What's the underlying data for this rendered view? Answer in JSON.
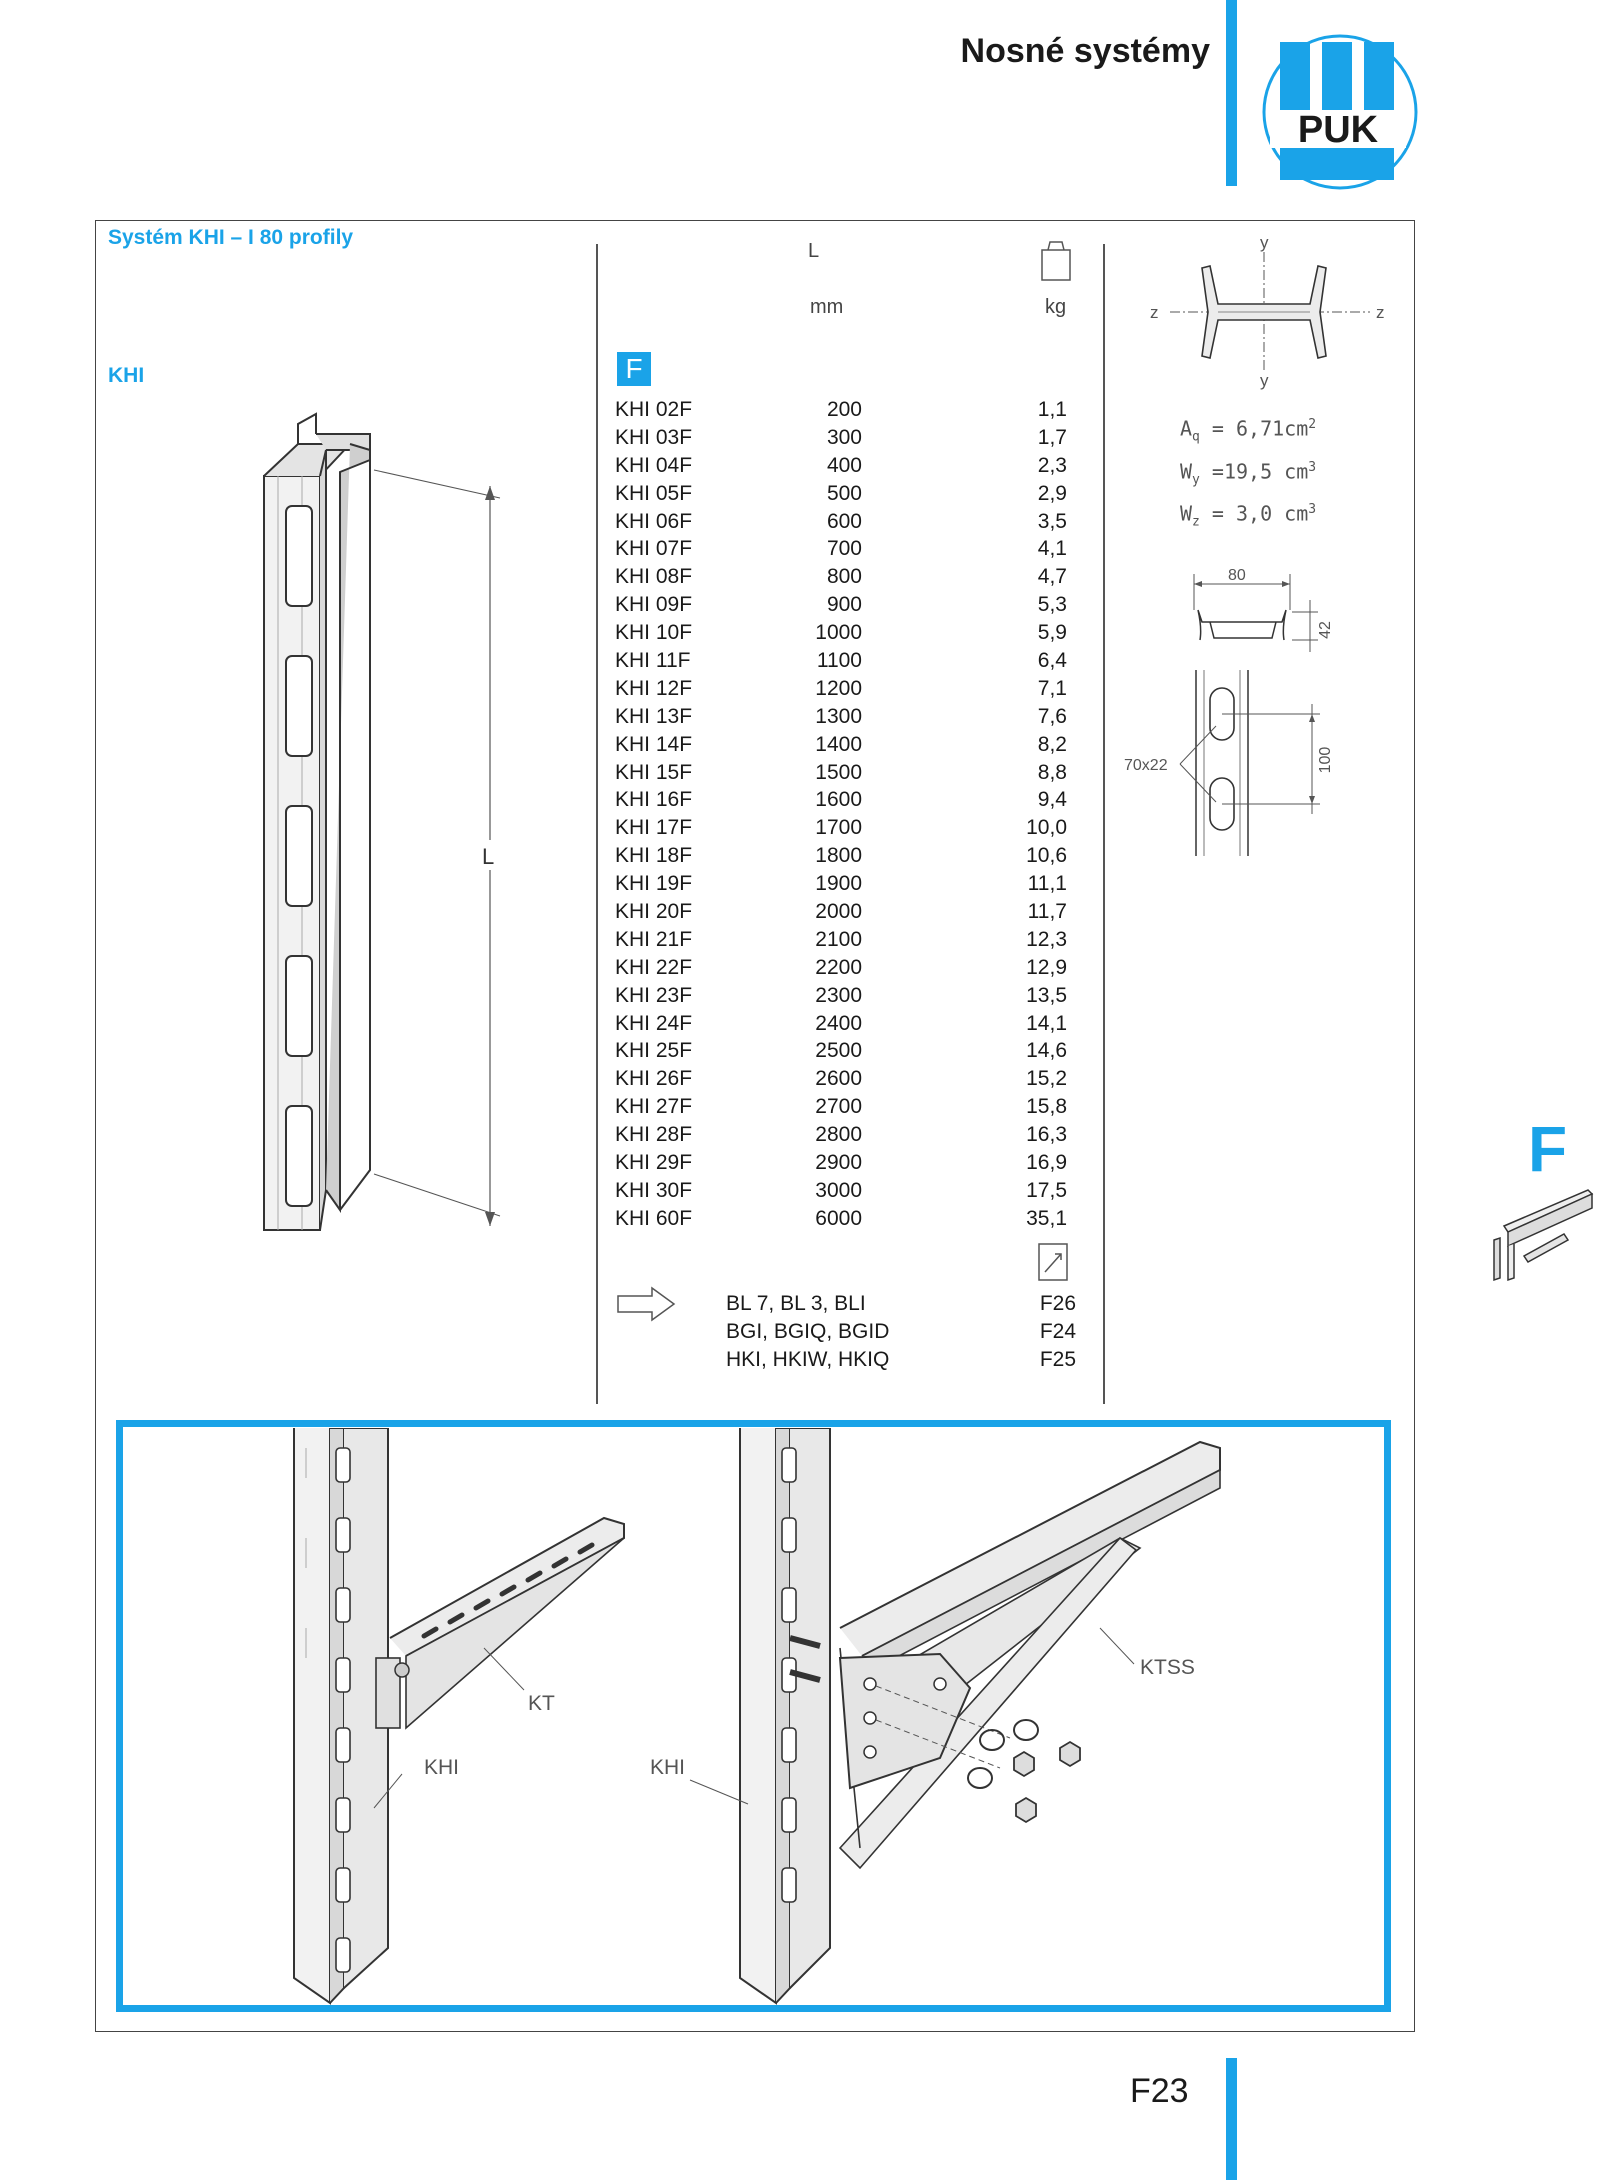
{
  "header": {
    "title": "Nosné systémy",
    "logo_text": "PUK",
    "accent_color": "#1aa3e8"
  },
  "section": {
    "title": "Systém KHI – I 80 profily",
    "product_label": "KHI",
    "group_badge": "F"
  },
  "table": {
    "col_length_symbol": "L",
    "col_length_unit": "mm",
    "col_weight_unit": "kg",
    "weight_icon": "weight-icon",
    "rows": [
      {
        "code": "KHI 02F",
        "length": "200",
        "weight": "1,1"
      },
      {
        "code": "KHI 03F",
        "length": "300",
        "weight": "1,7"
      },
      {
        "code": "KHI 04F",
        "length": "400",
        "weight": "2,3"
      },
      {
        "code": "KHI 05F",
        "length": "500",
        "weight": "2,9"
      },
      {
        "code": "KHI 06F",
        "length": "600",
        "weight": "3,5"
      },
      {
        "code": "KHI 07F",
        "length": "700",
        "weight": "4,1"
      },
      {
        "code": "KHI 08F",
        "length": "800",
        "weight": "4,7"
      },
      {
        "code": "KHI 09F",
        "length": "900",
        "weight": "5,3"
      },
      {
        "code": "KHI 10F",
        "length": "1000",
        "weight": "5,9"
      },
      {
        "code": "KHI 11F",
        "length": "1100",
        "weight": "6,4"
      },
      {
        "code": "KHI 12F",
        "length": "1200",
        "weight": "7,1"
      },
      {
        "code": "KHI 13F",
        "length": "1300",
        "weight": "7,6"
      },
      {
        "code": "KHI 14F",
        "length": "1400",
        "weight": "8,2"
      },
      {
        "code": "KHI 15F",
        "length": "1500",
        "weight": "8,8"
      },
      {
        "code": "KHI 16F",
        "length": "1600",
        "weight": "9,4"
      },
      {
        "code": "KHI 17F",
        "length": "1700",
        "weight": "10,0"
      },
      {
        "code": "KHI 18F",
        "length": "1800",
        "weight": "10,6"
      },
      {
        "code": "KHI 19F",
        "length": "1900",
        "weight": "11,1"
      },
      {
        "code": "KHI 20F",
        "length": "2000",
        "weight": "11,7"
      },
      {
        "code": "KHI 21F",
        "length": "2100",
        "weight": "12,3"
      },
      {
        "code": "KHI 22F",
        "length": "2200",
        "weight": "12,9"
      },
      {
        "code": "KHI 23F",
        "length": "2300",
        "weight": "13,5"
      },
      {
        "code": "KHI 24F",
        "length": "2400",
        "weight": "14,1"
      },
      {
        "code": "KHI 25F",
        "length": "2500",
        "weight": "14,6"
      },
      {
        "code": "KHI 26F",
        "length": "2600",
        "weight": "15,2"
      },
      {
        "code": "KHI 27F",
        "length": "2700",
        "weight": "15,8"
      },
      {
        "code": "KHI 28F",
        "length": "2800",
        "weight": "16,3"
      },
      {
        "code": "KHI 29F",
        "length": "2900",
        "weight": "16,9"
      },
      {
        "code": "KHI 30F",
        "length": "3000",
        "weight": "17,5"
      },
      {
        "code": "KHI 60F",
        "length": "6000",
        "weight": "35,1"
      }
    ]
  },
  "references": {
    "arrow_icon": "arrow-right-icon",
    "page_icon": "page-ref-icon",
    "items": [
      {
        "products": "BL 7, BL 3, BLI",
        "page": "F26"
      },
      {
        "products": "BGI, BGIQ, BGID",
        "page": "F24"
      },
      {
        "products": "HKI, HKIW, HKIQ",
        "page": "F25"
      }
    ]
  },
  "cross_section": {
    "axis_y": "y",
    "axis_z": "z",
    "aq_symbol": "A",
    "aq_sub": "q",
    "aq_value": "= 6,71cm",
    "aq_exp": "2",
    "wy_symbol": "W",
    "wy_sub": "y",
    "wy_value": "=19,5 cm",
    "wy_exp": "3",
    "wz_symbol": "W",
    "wz_sub": "z",
    "wz_value": "= 3,0 cm",
    "wz_exp": "3"
  },
  "dimensions": {
    "width": "80",
    "height": "42",
    "slot_size": "70x22",
    "slot_pitch": "100"
  },
  "drawing_labels": {
    "length": "L",
    "kt": "KT",
    "khi_left": "KHI",
    "khi_right": "KHI",
    "ktss": "KTSS"
  },
  "side_tab": {
    "letter": "F"
  },
  "footer": {
    "page_number": "F23"
  }
}
